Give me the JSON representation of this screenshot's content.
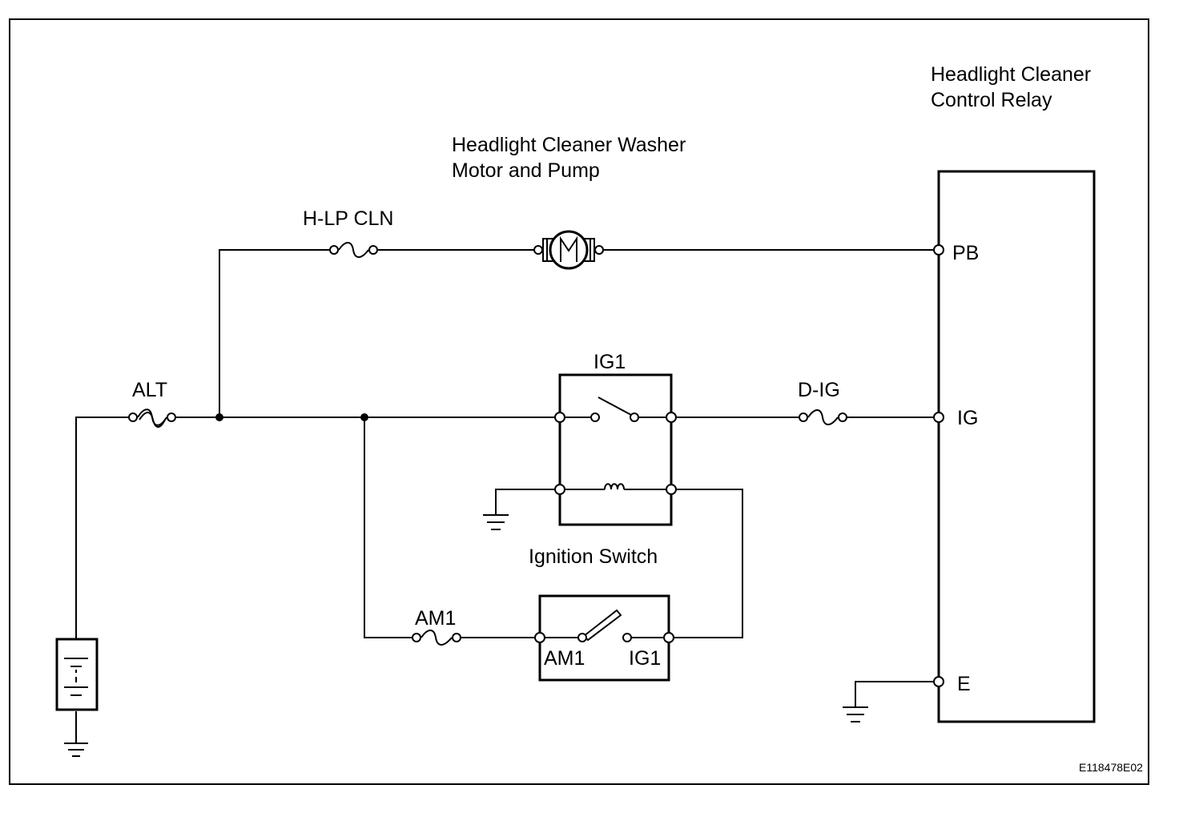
{
  "labels": {
    "relay_title_line1": "Headlight Cleaner",
    "relay_title_line2": "Control Relay",
    "motor_title_line1": "Headlight Cleaner Washer",
    "motor_title_line2": "Motor and Pump",
    "fuse_hlp": "H-LP CLN",
    "fuse_alt": "ALT",
    "relay_ig1": "IG1",
    "fuse_dig": "D-IG",
    "pin_pb": "PB",
    "pin_ig": "IG",
    "pin_e": "E",
    "ignition_switch": "Ignition Switch",
    "fuse_am1": "AM1",
    "sw_am1": "AM1",
    "sw_ig1": "IG1",
    "figure_code": "E118478E02"
  }
}
